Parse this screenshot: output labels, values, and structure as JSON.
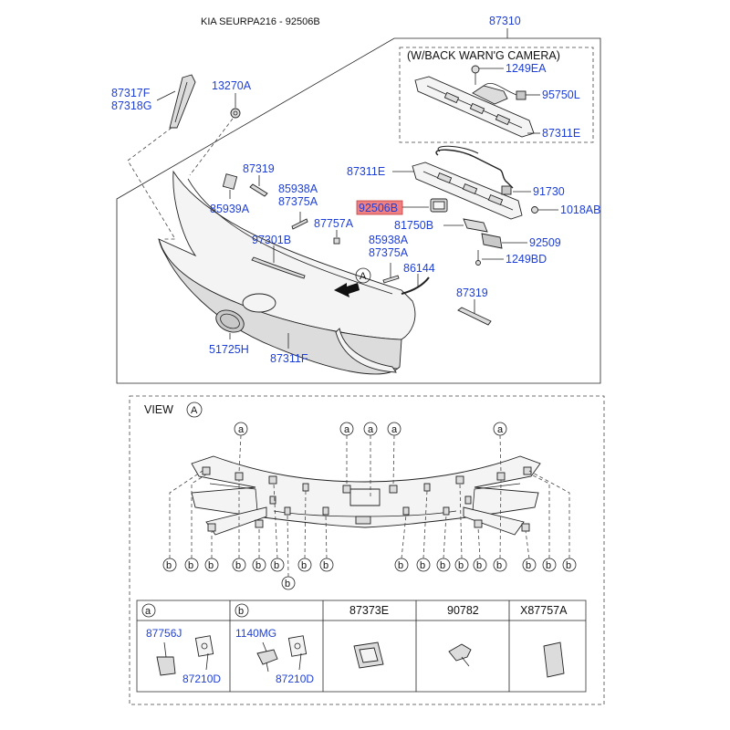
{
  "title": "KIA SEURPA216 - 92506B",
  "top_ref": "87310",
  "camera_box_title": "(W/BACK WARN'G CAMERA)",
  "highlight_color": "#f08080",
  "label_color": "#1e3fd6",
  "labels": {
    "l87317F": "87317F",
    "l87318G": "87318G",
    "l13270A": "13270A",
    "l1249EA": "1249EA",
    "l95750L": "95750L",
    "l87311E_a": "87311E",
    "l87311E_b": "87311E",
    "l87319_a": "87319",
    "l85938A_a": "85938A",
    "l87375A_a": "87375A",
    "l85939A": "85939A",
    "l87757A": "87757A",
    "l92506B": "92506B",
    "l91730": "91730",
    "l1018AB": "1018AB",
    "l81750B": "81750B",
    "l92509": "92509",
    "l97301B": "97301B",
    "l85938A_b": "85938A",
    "l87375A_b": "87375A",
    "l86144": "86144",
    "l1249BD": "1249BD",
    "l87319_b": "87319",
    "l51725H": "51725H",
    "l87311F": "87311F",
    "view_a_letter": "A"
  },
  "view": {
    "title": "VIEW",
    "letter": "A",
    "clip_a": "a",
    "clip_b": "b"
  },
  "table": {
    "cells": [
      {
        "header": "a",
        "header_is_circle": true,
        "parts": [
          "87756J",
          "87210D"
        ]
      },
      {
        "header": "b",
        "header_is_circle": true,
        "parts": [
          "1140MG",
          "87210D"
        ]
      },
      {
        "header": "87373E",
        "header_is_circle": false,
        "parts": []
      },
      {
        "header": "90782",
        "header_is_circle": false,
        "parts": []
      },
      {
        "header": "X87757A",
        "header_is_circle": false,
        "parts": []
      }
    ]
  }
}
